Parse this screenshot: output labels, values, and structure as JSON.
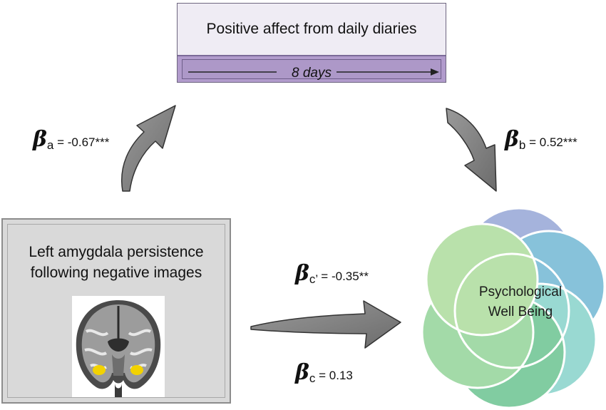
{
  "mediator": {
    "title": "Positive affect from daily diaries",
    "duration": "8 days"
  },
  "predictor": {
    "line1": "Left amygdala persistence",
    "line2": "following negative images"
  },
  "outcome": {
    "line1": "Psychological",
    "line2": "Well Being"
  },
  "paths": {
    "a": {
      "symbol": "β",
      "sub": "a",
      "text": " = -0.67***"
    },
    "b": {
      "symbol": "β",
      "sub": "b",
      "text": " = 0.52***"
    },
    "c_prime": {
      "symbol": "β",
      "sub": "c’",
      "text": " = -0.35**"
    },
    "c": {
      "symbol": "β",
      "sub": "c",
      "text": " = 0.13"
    }
  },
  "colors": {
    "mediator_band": "#b19bcc",
    "arrow_fill": "#7f7f7f",
    "amygdala_highlight": "#f2d200"
  }
}
